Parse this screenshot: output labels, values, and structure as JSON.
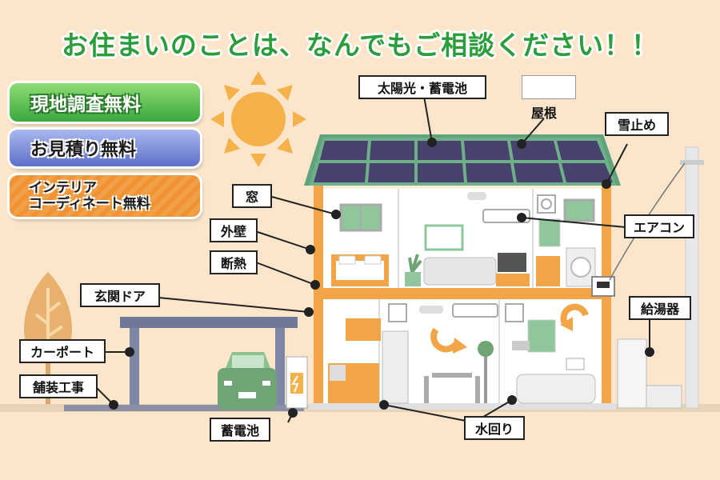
{
  "title": "お住まいのことは、なんでもご相談ください！！",
  "badges": {
    "survey": "現地調査無料",
    "estimate": "お見積り無料",
    "interior_line1": "インテリア",
    "interior_line2": "コーディネート無料"
  },
  "labels": {
    "solar": "太陽光・蓄電池",
    "roof": "屋根",
    "snow_stop": "雪止め",
    "window": "窓",
    "outer_wall": "外壁",
    "insulation": "断熱",
    "entrance_door": "玄関ドア",
    "carport": "カーポート",
    "paving": "舗装工事",
    "battery": "蓄電池",
    "water": "水回り",
    "aircon": "エアコン",
    "water_heater": "給湯器"
  },
  "colors": {
    "title_green": "#2b9d3a",
    "roof_green": "#5fa37a",
    "solar_panel": "#47436e",
    "wall_orange": "#f2a546",
    "sun": "#f6b24a",
    "furniture_green": "#8fc69b"
  },
  "icons": [
    "sun-icon",
    "tree-icon",
    "car-icon",
    "battery-icon",
    "fan-icon",
    "aircon-icon"
  ]
}
